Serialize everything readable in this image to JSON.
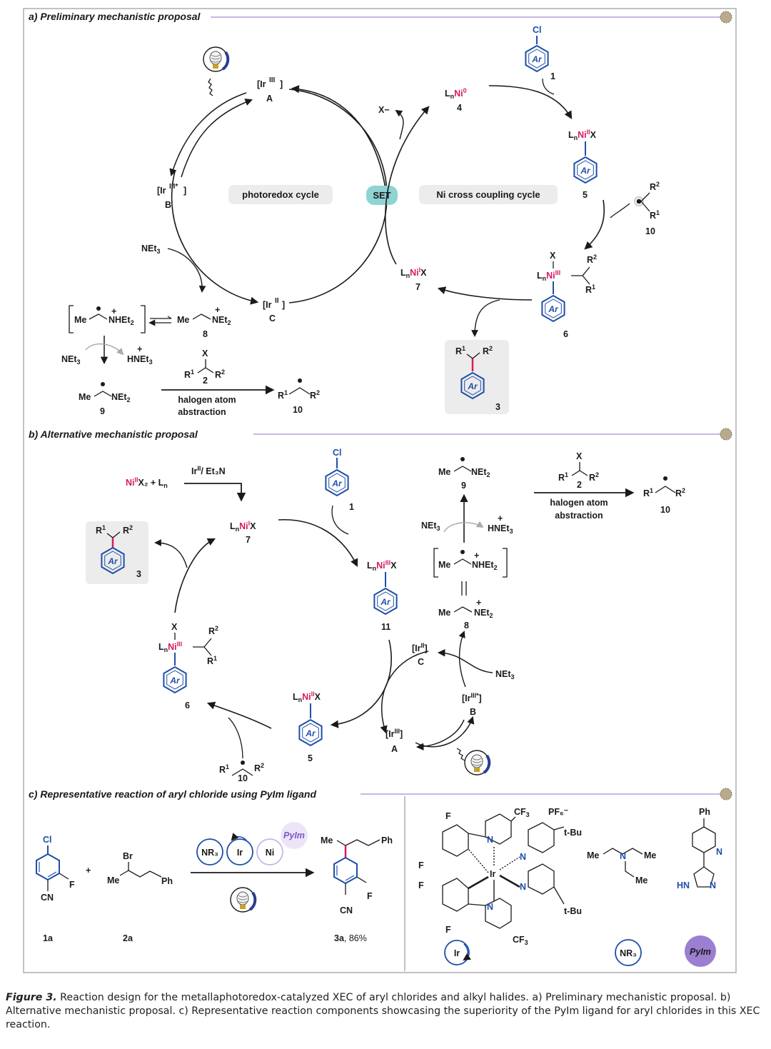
{
  "panel_a": {
    "title": "a) Preliminary mechanistic proposal",
    "photoredox_label": "photoredox cycle",
    "set_label": "SET",
    "ni_label": "Ni cross coupling cycle",
    "ir_A": "[Ir",
    "ir_A_sup": "III",
    "ir_A_letter": "A",
    "ir_B": "[Ir",
    "ir_B_sup": "III*",
    "ir_B_letter": "B",
    "ir_C": "[Ir",
    "ir_C_sup": "II",
    "ir_C_letter": "C",
    "net3": "NEt",
    "x_minus": "X−",
    "ni0": "Ni",
    "ni0_sup": "0",
    "ni0_num": "4",
    "aryl_cl_num": "1",
    "ni2_num": "5",
    "ni3_num": "6",
    "ni1_num": "7",
    "radical_num": "10",
    "product_num": "3",
    "amine_iminium_num": "8",
    "alpha_amino_num": "9",
    "alkyl_halide_num": "2",
    "halogen_abstraction": [
      "halogen atom",
      "abstraction"
    ]
  },
  "panel_b": {
    "title": "b) Alternative mechanistic proposal",
    "ni_precursor": "Ni",
    "ni_precursor_rest": "X₂ + L",
    "ir_et3n": "Ir",
    "ir_et3n_rest": "/ Et₃N",
    "halogen_abstraction": [
      "halogen atom",
      "abstraction"
    ],
    "numbers": [
      "7",
      "3",
      "1",
      "11",
      "9",
      "8",
      "6",
      "5",
      "10",
      "2",
      "10"
    ]
  },
  "panel_c": {
    "title": "c) Representative reaction of aryl chloride using PyIm ligand",
    "pills": [
      "NR₃",
      "Ir",
      "Ni"
    ],
    "pyim": "PyIm",
    "label_1a": "1a",
    "label_2a": "2a",
    "label_3a": "3a",
    "yield": ", 86%",
    "pf6": "PF₆⁻",
    "legend_ir": "Ir",
    "legend_nr3": "NR₃",
    "legend_pyim": "PyIm"
  },
  "caption": {
    "prefix": "Figure 3.",
    "text": " Reaction design for the metallaphotoredox-catalyzed XEC of aryl chlorides and alkyl halides. a) Preliminary mechanistic proposal. b) Alternative mechanistic proposal. c) Representative reaction components showcasing the superiority of the PyIm ligand for aryl chlorides in this XEC reaction."
  },
  "colors": {
    "accent_pink": "#d81b60",
    "aryl_blue": "#1f4fa8",
    "set_teal": "#8fd3d3",
    "pill_grey": "#ececec",
    "lavender": "#c9b6e4",
    "pyim_purple": "#9b7fd1",
    "frame": "#9a9a9a"
  }
}
